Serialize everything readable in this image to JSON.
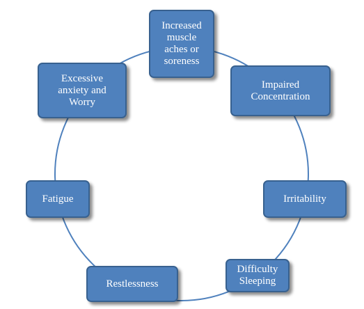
{
  "diagram": {
    "type": "cycle",
    "nodes": [
      {
        "id": "top",
        "label": "Increased\nmuscle\naches or\nsoreness"
      },
      {
        "id": "right-top",
        "label": "Impaired\nConcentration"
      },
      {
        "id": "right",
        "label": "Irritability"
      },
      {
        "id": "bottom-right",
        "label": "Difficulty\nSleeping"
      },
      {
        "id": "bottom-left",
        "label": "Restlessness"
      },
      {
        "id": "left",
        "label": "Fatigue"
      },
      {
        "id": "left-top",
        "label": "Excessive\nanxiety and\nWorry"
      }
    ],
    "colors": {
      "node_fill": "#4f81bd",
      "node_border": "#38618f",
      "connector": "#4f81bd",
      "text": "#ffffff"
    }
  }
}
